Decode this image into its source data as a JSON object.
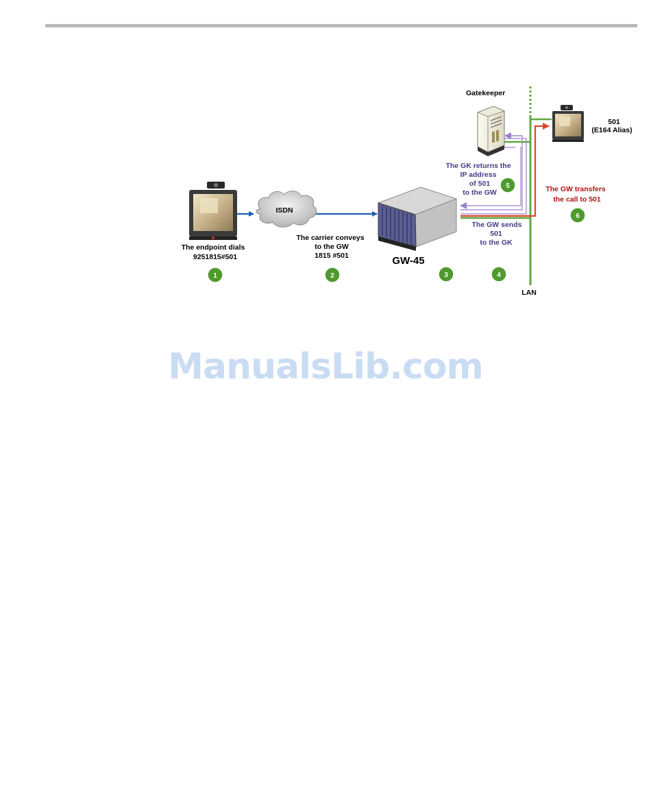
{
  "colors": {
    "green": "#5fa83c",
    "blue": "#1f5fb3",
    "red": "#d9472b",
    "purple": "#9a7fc9",
    "text_purple": "#4a3a86",
    "text_red": "#b01313",
    "badge_fill": "#4f9a2e",
    "watermark": "#c9dcf3"
  },
  "labels": {
    "gatekeeper": "Gatekeeper",
    "endpoint_alias_number": "501",
    "endpoint_alias_type": "(E164 Alias)",
    "gk_returns": [
      "The GK returns the",
      "IP address",
      "of 501",
      "to the GW"
    ],
    "gw_transfers": [
      "The GW transfers",
      "the call to 501"
    ],
    "isdn": "ISDN",
    "endpoint_dials": [
      "The endpoint dials",
      "9251815#501"
    ],
    "carrier_conveys": [
      "The carrier conveys",
      "to the GW",
      "1815 #501"
    ],
    "gw_name": "GW-45",
    "gw_sends": [
      "The GW sends",
      "501",
      "to the GK"
    ],
    "lan": "LAN"
  },
  "steps": [
    "1",
    "2",
    "3",
    "4",
    "5",
    "6"
  ],
  "icons": {
    "endpoint": "video-endpoint-icon",
    "cloud": "isdn-cloud-icon",
    "gateway": "gateway-chassis-icon",
    "server": "gatekeeper-server-icon"
  },
  "watermark": "ManualsLib.com"
}
